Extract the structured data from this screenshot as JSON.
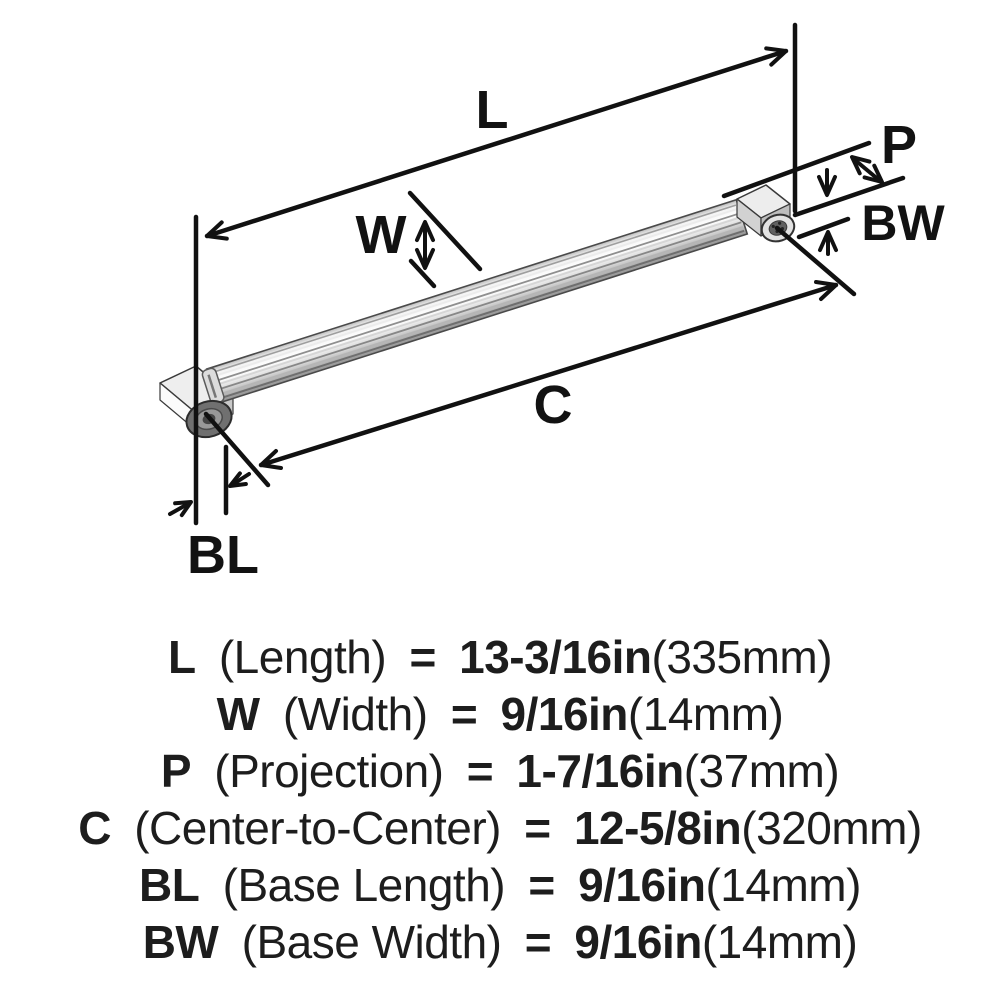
{
  "diagram": {
    "labels": {
      "length": "L",
      "width": "W",
      "projection": "P",
      "center": "C",
      "base_length": "BL",
      "base_width": "BW"
    },
    "colors": {
      "dimension_line": "#111111",
      "label_text": "#121212",
      "metal_highlight": "#ffffff",
      "metal_light": "#ededed",
      "metal_mid": "#c4c4c4",
      "metal_dark": "#707070",
      "background": "#ffffff"
    }
  },
  "specs": [
    {
      "code": "L",
      "name": "(Length)",
      "equals": "=",
      "inches": "13-3/16in",
      "mm": "(335mm)"
    },
    {
      "code": "W",
      "name": "(Width)",
      "equals": "=",
      "inches": "9/16in",
      "mm": "(14mm)"
    },
    {
      "code": "P",
      "name": "(Projection)",
      "equals": "=",
      "inches": "1-7/16in",
      "mm": "(37mm)"
    },
    {
      "code": "C",
      "name": "(Center-to-Center)",
      "equals": "=",
      "inches": "12-5/8in",
      "mm": "(320mm)"
    },
    {
      "code": "BL",
      "name": "(Base Length)",
      "equals": "=",
      "inches": "9/16in",
      "mm": "(14mm)"
    },
    {
      "code": "BW",
      "name": "(Base Width)",
      "equals": "=",
      "inches": "9/16in",
      "mm": "(14mm)"
    }
  ]
}
